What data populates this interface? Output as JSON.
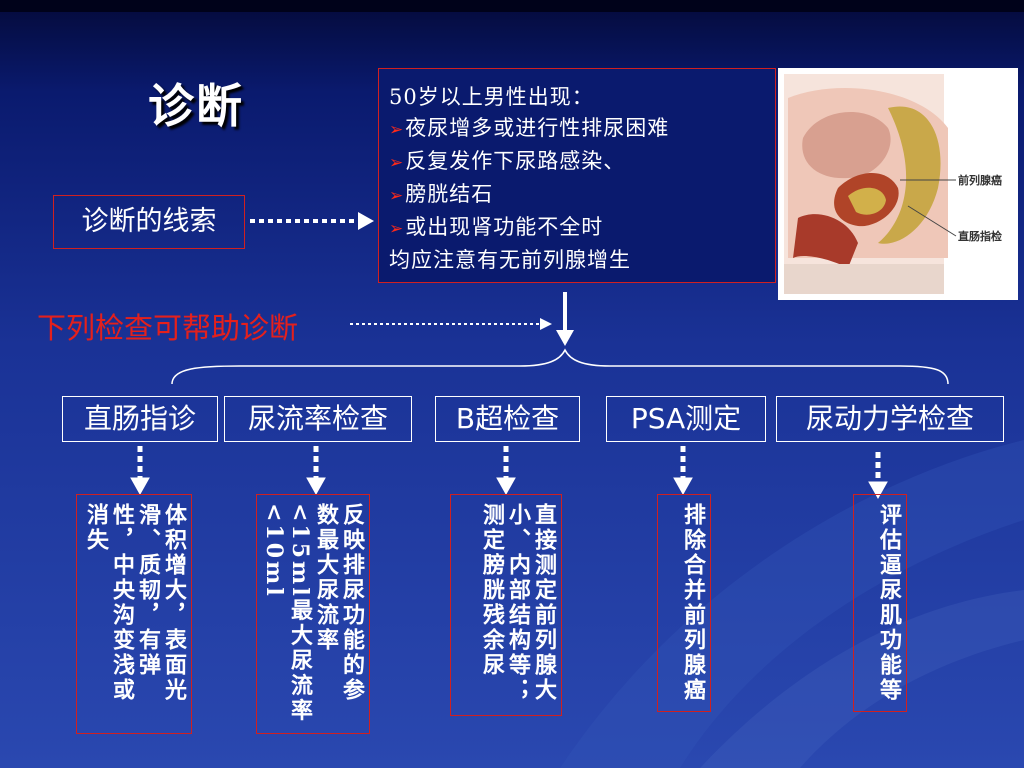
{
  "slide": {
    "title": "诊断",
    "clue_label": "诊断的线索",
    "info": {
      "intro": "50岁以上男性出现：",
      "items": [
        "夜尿增多或进行性排尿困难",
        "反复发作下尿路感染、",
        "膀胱结石",
        "或出现肾功能不全时"
      ],
      "conclusion": "均应注意有无前列腺增生"
    },
    "image_labels": [
      "前列腺癌",
      "直肠指检"
    ],
    "help_text": "下列检查可帮助诊断",
    "exams": [
      {
        "label": "直肠指诊",
        "desc": "体积增大，表面光滑、质韧，有弹性，中央沟变浅或消失"
      },
      {
        "label": "尿流率检查",
        "desc": "反映排尿功能的参数最大尿流率<15ml最大尿流率<10ml"
      },
      {
        "label": "B超检查",
        "desc": "直接测定前列腺大小、内部结构等；测定膀胱残余尿"
      },
      {
        "label": "PSA测定",
        "desc": "排除合并前列腺癌"
      },
      {
        "label": "尿动力学检查",
        "desc": "评估逼尿肌功能等"
      }
    ]
  },
  "colors": {
    "accent_red": "#e4201c",
    "border_red": "#d02020",
    "background": "#1a3296"
  }
}
